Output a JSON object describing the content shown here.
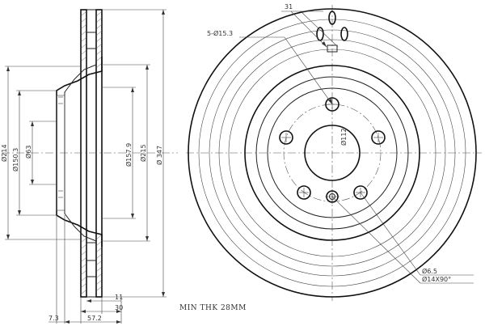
{
  "side_view": {
    "dim_d214": "Ø214",
    "dim_d150": "Ø150.3",
    "dim_d63": "Ø63",
    "dim_d157": "Ø157.9",
    "dim_d215": "Ø215",
    "dim_d347": "Ø 347",
    "dim_11": "11",
    "dim_30": "30",
    "dim_73": "7.3",
    "dim_572": "57.2"
  },
  "front_view": {
    "dim_31": "31",
    "dim_bolt": "5-Ø15.3",
    "dim_pcd": "Ø112",
    "dim_hole": "Ø6.5",
    "dim_csk": "Ø14X90°"
  },
  "note": {
    "min_thk": "MIN THK 28MM"
  }
}
